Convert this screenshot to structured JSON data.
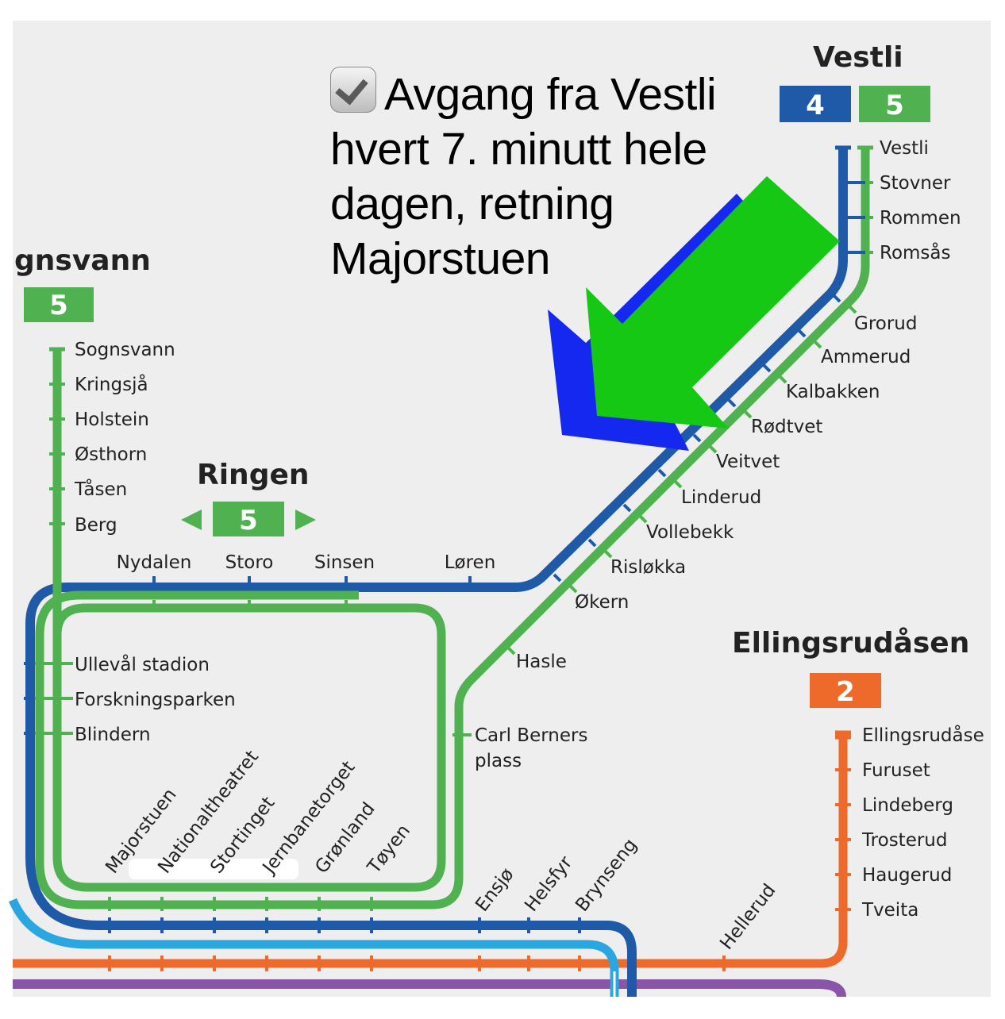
{
  "notice": {
    "line1": "Avgang fra Vestli",
    "line2": "hvert 7. minutt hele",
    "line3": "dagen, retning",
    "line4": "Majorstuen"
  },
  "icons": {
    "notice_check": "ballot-box-with-check-icon",
    "arrows": "direction-arrow-icon"
  },
  "colors": {
    "background": "#eeeeee",
    "line_4": "#1e5aa8",
    "line_5": "#4fb14f",
    "line_2": "#ee6a2a",
    "light_blue": "#2aa7e0",
    "purple": "#8a55a8",
    "arrow_blue": "#1428f0",
    "arrow_green": "#14c814"
  },
  "termini": {
    "vestli": {
      "title": "Vestli",
      "badges": [
        "4",
        "5"
      ]
    },
    "sognsvann": {
      "title": "gnsvann",
      "badge": "5"
    },
    "ringen": {
      "title": "Ringen",
      "badge": "5"
    },
    "ellingsrudasen": {
      "title": "Ellingsrudåsen",
      "badge": "2"
    }
  },
  "stations": {
    "vestli_branch": [
      "Vestli",
      "Stovner",
      "Rommen",
      "Romsås"
    ],
    "grorud_branch": [
      "Grorud",
      "Ammerud",
      "Kalbakken",
      "Rødtvet",
      "Veitvet",
      "Linderud",
      "Vollebekk",
      "Risløkka",
      "Økern"
    ],
    "sognsvann_branch": [
      "Sognsvann",
      "Kringsjå",
      "Holstein",
      "Østhorn",
      "Tåsen",
      "Berg"
    ],
    "ring_north": [
      "Nydalen",
      "Storo",
      "Sinsen",
      "Løren"
    ],
    "ring_west": [
      "Ullevål stadion",
      "Forskningsparken",
      "Blindern"
    ],
    "ring_east": [
      "Hasle",
      "Carl Berners",
      "plass"
    ],
    "centre": [
      "Majorstuen",
      "Nationaltheatret",
      "Stortinget",
      "Jernbanetorget",
      "Grønland",
      "Tøyen"
    ],
    "east": [
      "Ensjø",
      "Helsfyr",
      "Brynseng",
      "Hellerud"
    ],
    "ellingsrud_branch": [
      "Ellingsrudåse",
      "Furuset",
      "Lindeberg",
      "Trosterud",
      "Haugerud",
      "Tveita"
    ]
  }
}
